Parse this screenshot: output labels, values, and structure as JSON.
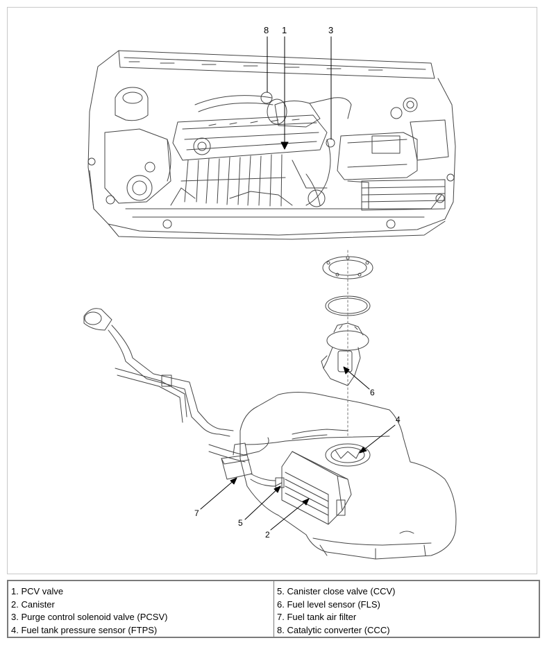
{
  "callouts": [
    "1",
    "2",
    "3",
    "4",
    "5",
    "6",
    "7",
    "8"
  ],
  "legend": {
    "left": [
      "1. PCV valve",
      "2. Canister",
      "3. Purge control solenoid valve (PCSV)",
      "4. Fuel tank pressure sensor (FTPS)"
    ],
    "right": [
      "5. Canister close valve (CCV)",
      "6. Fuel level sensor (FLS)",
      "7. Fuel tank air filter",
      "8. Catalytic converter (CCC)"
    ]
  }
}
